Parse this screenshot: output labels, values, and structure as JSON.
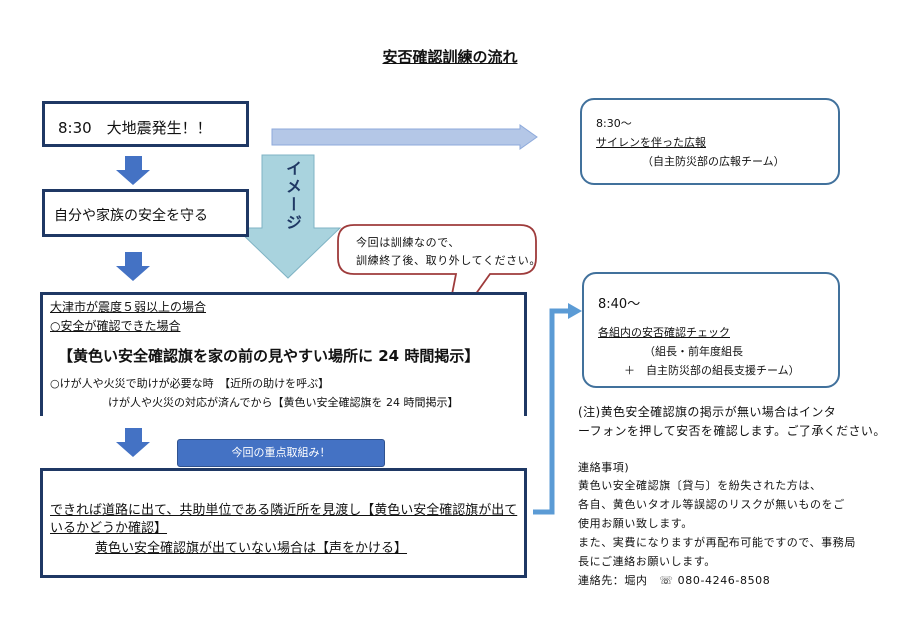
{
  "doc_title": "安否確認訓練の流れ",
  "step1": "8:30　大地震発生！！",
  "step2": "自分や家族の安全を守る",
  "image_arrow_label": "イメージ",
  "callout": {
    "line1": "今回は訓練なので、",
    "line2": "訓練終了後、取り外してください。"
  },
  "step3": {
    "line1": "大津市が震度５弱以上の場合",
    "line2": "○安全が確認できた場合",
    "line3": "【黄色い安全確認旗を家の前の見やすい場所に 24 時間掲示】",
    "line4": "○けが人や火災で助けが必要な時　【近所の助けを呼ぶ】",
    "line5": "けが人や火災の対応が済んでから【黄色い安全確認旗を 24 時間掲示】"
  },
  "focus_label": "今回の重点取組み！",
  "step4": {
    "line1": "できれば道路に出て、共助単位である隣近所を見渡し【黄色い安全確認旗が出て",
    "line2": "いるかどうか確認】",
    "line3": "黄色い安全確認旗が出ていない場合は【声をかける】"
  },
  "box830": {
    "time": "8:30～",
    "action": "サイレンを伴った広報",
    "actor": "（自主防災部の広報チーム）"
  },
  "box840": {
    "time": "8:40～",
    "action": "各組内の安否確認チェック",
    "actor1": "（組長・前年度組長",
    "actor2": "＋　自主防災部の組長支援チーム）"
  },
  "notice": {
    "line1": "(注)黄色安全確認旗の掲示が無い場合はインタ",
    "line2": "ーフォンを押して安否を確認します。ご了承ください。"
  },
  "contact": {
    "heading": "連絡事項)",
    "line1": "黄色い安全確認旗〔貸与〕を紛失された方は、",
    "line2": "各自、黄色いタオル等誤認のリスクが無いものをご",
    "line3": "使用お願い致します。",
    "line4": "また、実費になりますが再配布可能ですので、事務局",
    "line5": "長にご連絡お願いします。",
    "line6": "連絡先：堀内　☏ 080-4246-8508"
  },
  "colors": {
    "arrow_blue": "#4472c4",
    "arrow_light": "#a9d3de",
    "arrow_grey": "#b4c7e7",
    "box_border_dark": "#1f3864",
    "callout_border": "#9e3b3b",
    "focus_bg": "#4472c4"
  }
}
